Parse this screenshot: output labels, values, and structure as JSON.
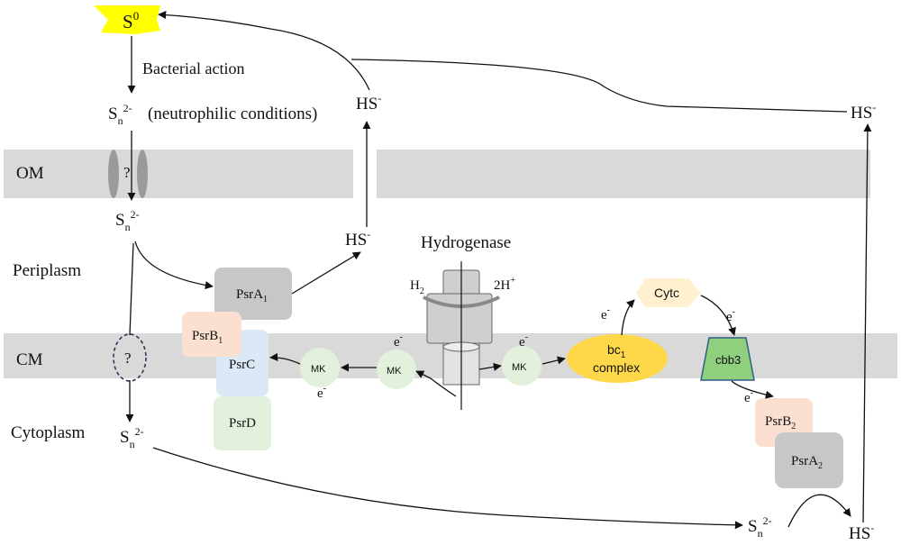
{
  "colors": {
    "membrane": "#d9d9d9",
    "s0_fill": "#ffff00",
    "psrA": "#c7c7c7",
    "psrB": "#fbe0d2",
    "psrC": "#dbe8f5",
    "psrD": "#e2f0dc",
    "mk": "#e2f0dc",
    "bc1": "#ffd84a",
    "cytc": "#fff1cf",
    "cbb3_fill": "#8fd07e",
    "cbb3_stroke": "#2f5f82",
    "hydrogenase": "#d0d0d0"
  },
  "labels": {
    "s0_base": "S",
    "s0_sup": "0",
    "bacterial_action": "Bacterial action",
    "sn_base": "S",
    "sn_sub": "n",
    "sn_sup": "2-",
    "neutrophilic": "(neutrophilic conditions)",
    "hs_base": "HS",
    "hs_sup": "-",
    "question": "?",
    "om": "OM",
    "periplasm": "Periplasm",
    "cm": "CM",
    "cytoplasm": "Cytoplasm",
    "hydrogenase": "Hydrogenase",
    "h2_base": "H",
    "h2_sub": "2",
    "h_plus": "2H",
    "h_plus_sup": "+",
    "electron": "e",
    "electron_sup": "-",
    "psr_base": "Psr",
    "psrA1": "A",
    "psrA1_sub": "1",
    "psrB1": "B",
    "psrB1_sub": "1",
    "psrC": "PsrC",
    "psrD": "PsrD",
    "psrB2": "B",
    "psrB2_sub": "2",
    "psrA2": "A",
    "psrA2_sub": "2",
    "mk": "MK",
    "bc1_base": "bc",
    "bc1_sub": "1",
    "bc1_line2": "complex",
    "cytc": "Cytc",
    "cbb3": "cbb3"
  }
}
